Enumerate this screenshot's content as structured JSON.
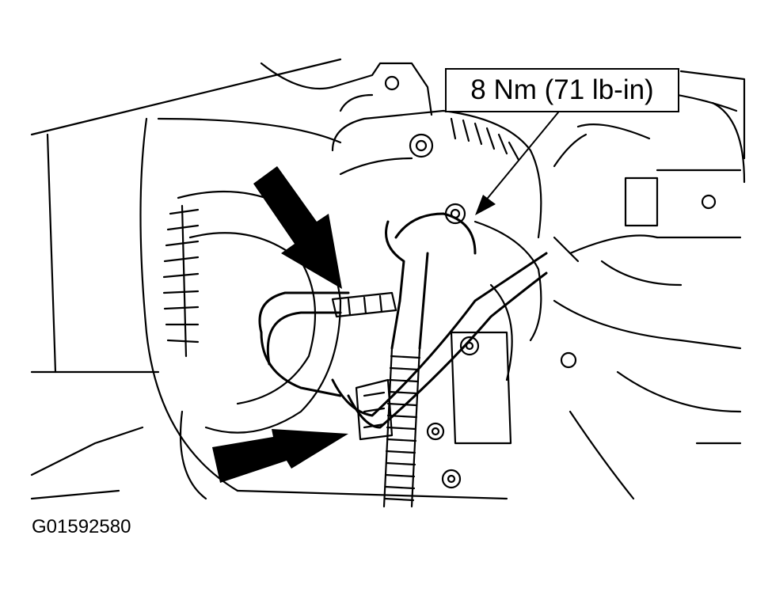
{
  "figure": {
    "callout_text": "8 Nm (71 lb-in)",
    "figure_id": "G01592580",
    "line_color": "#000000",
    "background_color": "#ffffff",
    "depicted": [
      "alternator",
      "wiring-harness",
      "harness-connector",
      "corrugated-conduit",
      "mounting-bolts",
      "pointer-arrows"
    ]
  }
}
